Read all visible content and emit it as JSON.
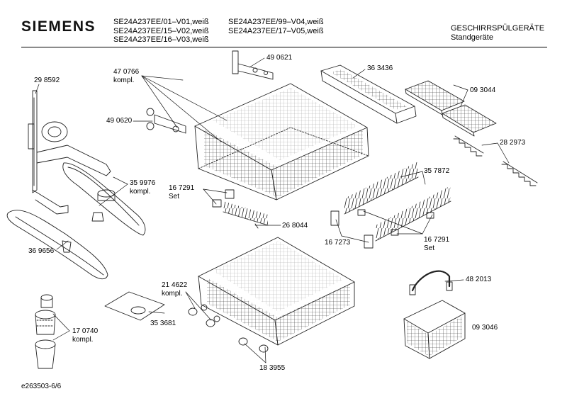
{
  "header": {
    "brand": "SIEMENS",
    "models_col1": [
      "SE24A237EE/01–V01,weiß",
      "SE24A237EE/15–V02,weiß",
      "SE24A237EE/16–V03,weiß"
    ],
    "models_col2": [
      "SE24A237EE/99–V04,weiß",
      "SE24A237EE/17–V05,weiß"
    ],
    "category_line1": "GESCHIRRSPÜLGERÄTE",
    "category_line2": "Standgeräte"
  },
  "parts": {
    "p298592": "29 8592",
    "p470766": "47 0766",
    "p470766_note": "kompl.",
    "p490621": "49 0621",
    "p363436": "36 3436",
    "p093044": "09 3044",
    "p490620": "49 0620",
    "p282973": "28 2973",
    "p359976": "35 9976",
    "p359976_note": "kompl.",
    "p167291a": "16 7291",
    "p167291a_note": "Set",
    "p357872": "35 7872",
    "p268044": "26 8044",
    "p167273": "16 7273",
    "p167291b": "16 7291",
    "p167291b_note": "Set",
    "p369656": "36 9656",
    "p482013": "48 2013",
    "p214622": "21 4622",
    "p214622_note": "kompl.",
    "p353681": "35 3681",
    "p093046": "09 3046",
    "p170740": "17 0740",
    "p170740_note": "kompl.",
    "p183955": "18 3955"
  },
  "footer": {
    "doc_id": "e263503-6/6"
  }
}
